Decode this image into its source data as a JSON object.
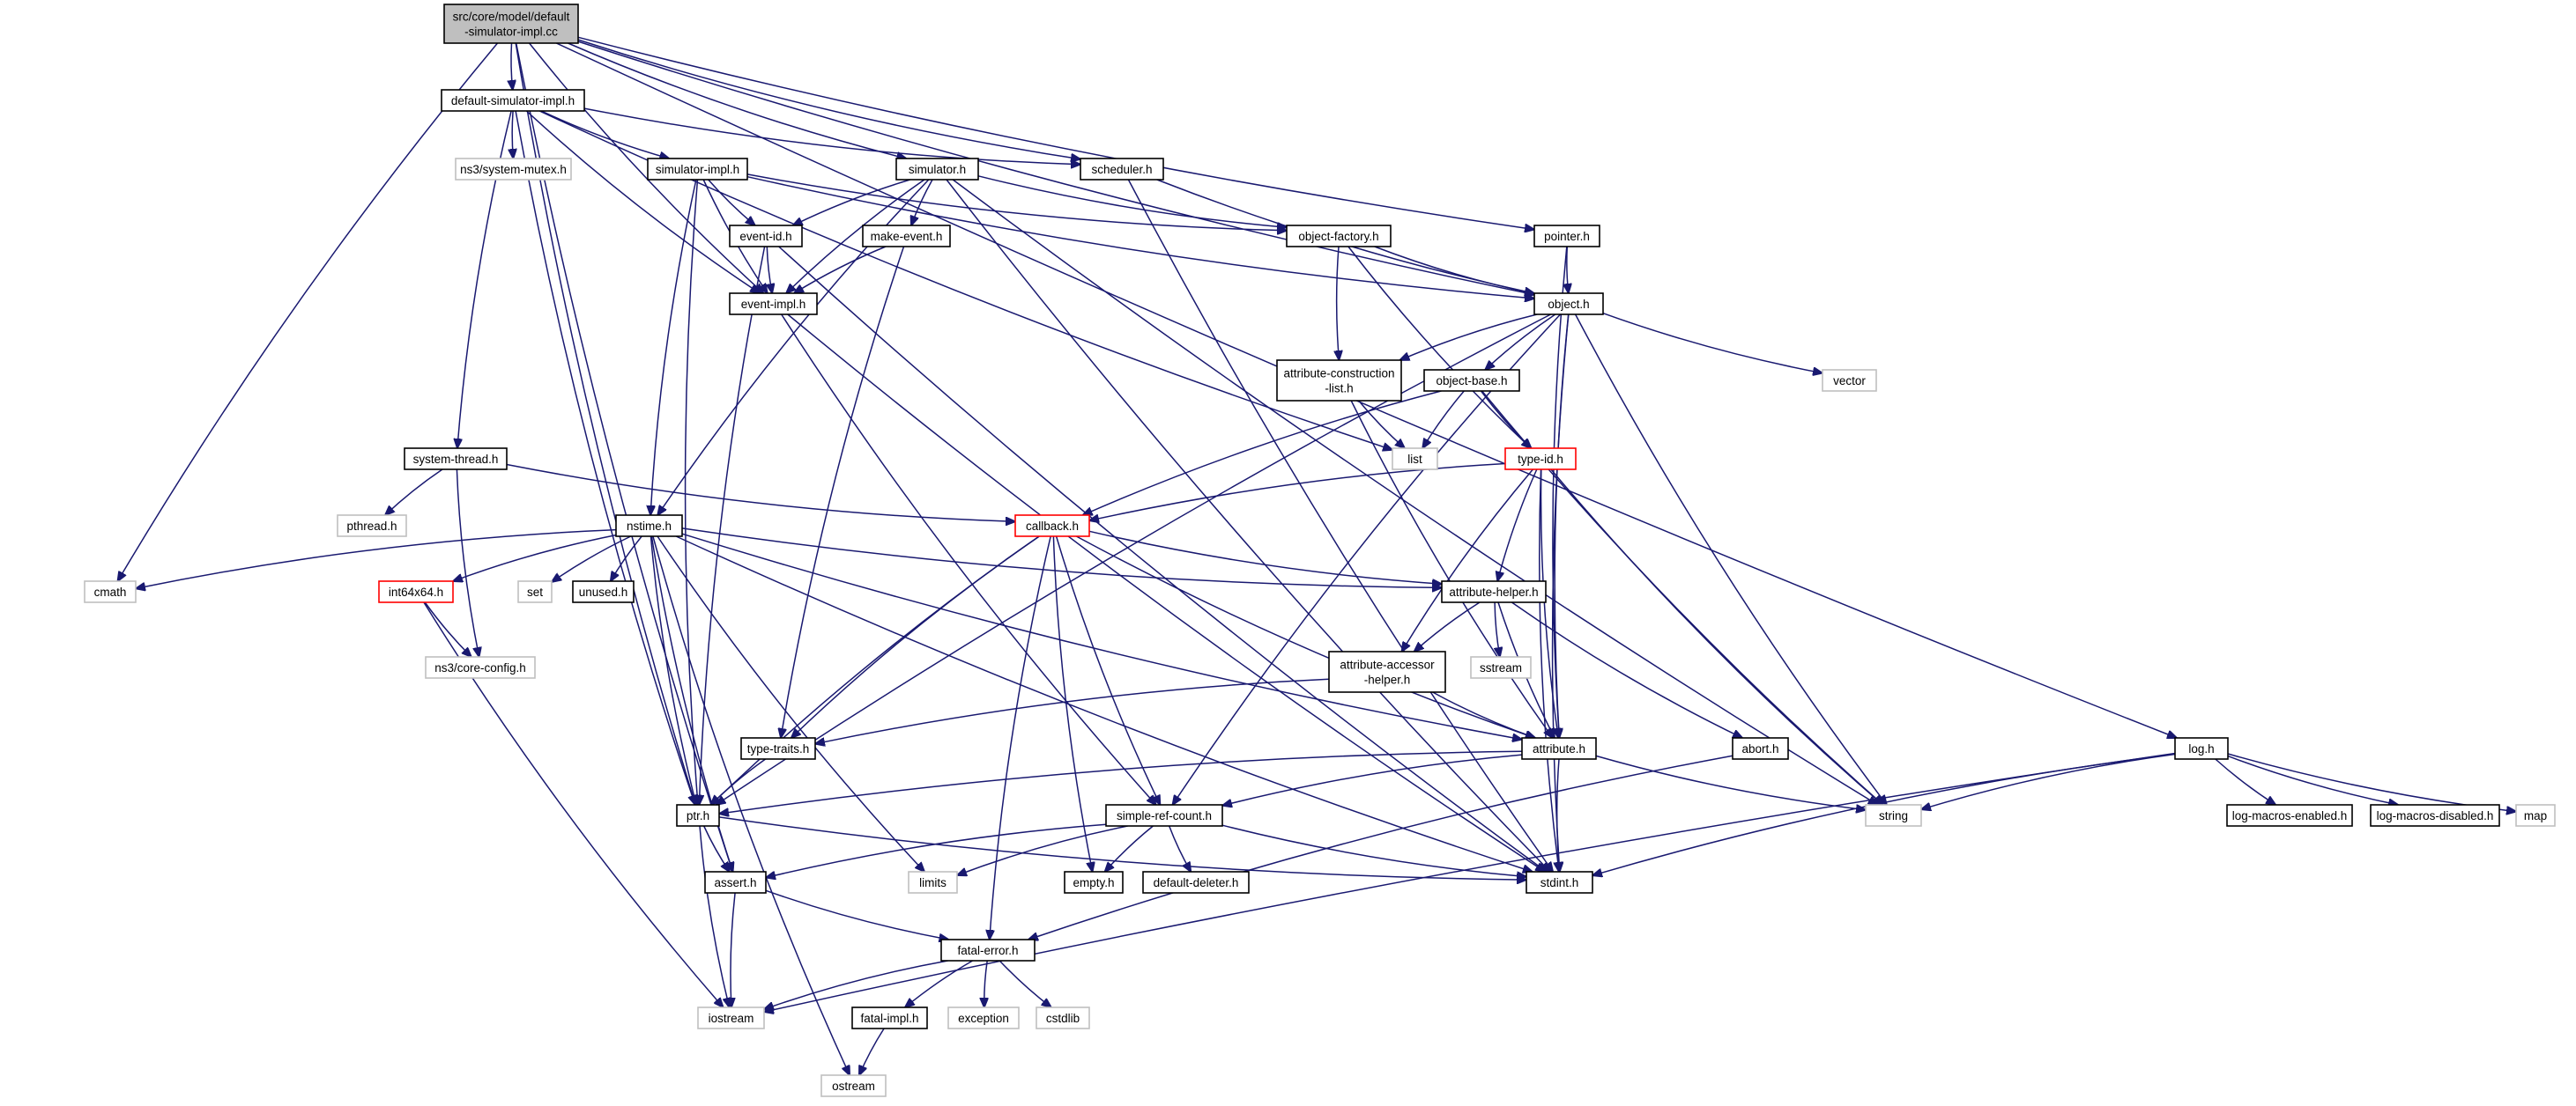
{
  "nodes": [
    {
      "id": "root",
      "lines": [
        "src/core/model/default",
        "-simulator-impl.cc"
      ],
      "style": "root"
    },
    {
      "id": "dsih",
      "lines": [
        "default-simulator-impl.h"
      ],
      "style": "box"
    },
    {
      "id": "mutex",
      "lines": [
        "ns3/system-mutex.h"
      ],
      "style": "sys"
    },
    {
      "id": "simimpl",
      "lines": [
        "simulator-impl.h"
      ],
      "style": "box"
    },
    {
      "id": "simulator",
      "lines": [
        "simulator.h"
      ],
      "style": "box"
    },
    {
      "id": "scheduler",
      "lines": [
        "scheduler.h"
      ],
      "style": "box"
    },
    {
      "id": "pointer",
      "lines": [
        "pointer.h"
      ],
      "style": "box"
    },
    {
      "id": "logh",
      "lines": [
        "log.h"
      ],
      "style": "box"
    },
    {
      "id": "eventid",
      "lines": [
        "event-id.h"
      ],
      "style": "box"
    },
    {
      "id": "makeevent",
      "lines": [
        "make-event.h"
      ],
      "style": "box"
    },
    {
      "id": "objfactory",
      "lines": [
        "object-factory.h"
      ],
      "style": "box"
    },
    {
      "id": "eventimpl",
      "lines": [
        "event-impl.h"
      ],
      "style": "box"
    },
    {
      "id": "object",
      "lines": [
        "object.h"
      ],
      "style": "box"
    },
    {
      "id": "attrcons",
      "lines": [
        "attribute-construction",
        "-list.h"
      ],
      "style": "box"
    },
    {
      "id": "objbase",
      "lines": [
        "object-base.h"
      ],
      "style": "box"
    },
    {
      "id": "vector",
      "lines": [
        "vector"
      ],
      "style": "sys"
    },
    {
      "id": "list",
      "lines": [
        "list"
      ],
      "style": "sys"
    },
    {
      "id": "systhread",
      "lines": [
        "system-thread.h"
      ],
      "style": "box"
    },
    {
      "id": "pthread",
      "lines": [
        "pthread.h"
      ],
      "style": "sys"
    },
    {
      "id": "typeid",
      "lines": [
        "type-id.h"
      ],
      "style": "red"
    },
    {
      "id": "callback",
      "lines": [
        "callback.h"
      ],
      "style": "red"
    },
    {
      "id": "nstime",
      "lines": [
        "nstime.h"
      ],
      "style": "box"
    },
    {
      "id": "cmath",
      "lines": [
        "cmath"
      ],
      "style": "sys"
    },
    {
      "id": "int64",
      "lines": [
        "int64x64.h"
      ],
      "style": "red"
    },
    {
      "id": "set",
      "lines": [
        "set"
      ],
      "style": "sys"
    },
    {
      "id": "unused",
      "lines": [
        "unused.h"
      ],
      "style": "box"
    },
    {
      "id": "attrhelper",
      "lines": [
        "attribute-helper.h"
      ],
      "style": "box"
    },
    {
      "id": "coreconfig",
      "lines": [
        "ns3/core-config.h"
      ],
      "style": "sys"
    },
    {
      "id": "sstream",
      "lines": [
        "sstream"
      ],
      "style": "sys"
    },
    {
      "id": "attracc",
      "lines": [
        "attribute-accessor",
        "-helper.h"
      ],
      "style": "box"
    },
    {
      "id": "typetraits",
      "lines": [
        "type-traits.h"
      ],
      "style": "box"
    },
    {
      "id": "attribute",
      "lines": [
        "attribute.h"
      ],
      "style": "box"
    },
    {
      "id": "abort",
      "lines": [
        "abort.h"
      ],
      "style": "box"
    },
    {
      "id": "ptr",
      "lines": [
        "ptr.h"
      ],
      "style": "box"
    },
    {
      "id": "simpleref",
      "lines": [
        "simple-ref-count.h"
      ],
      "style": "box"
    },
    {
      "id": "string",
      "lines": [
        "string"
      ],
      "style": "sys"
    },
    {
      "id": "logen",
      "lines": [
        "log-macros-enabled.h"
      ],
      "style": "box"
    },
    {
      "id": "logdis",
      "lines": [
        "log-macros-disabled.h"
      ],
      "style": "box"
    },
    {
      "id": "map",
      "lines": [
        "map"
      ],
      "style": "sys"
    },
    {
      "id": "limits",
      "lines": [
        "limits"
      ],
      "style": "sys"
    },
    {
      "id": "assert",
      "lines": [
        "assert.h"
      ],
      "style": "box"
    },
    {
      "id": "empty",
      "lines": [
        "empty.h"
      ],
      "style": "box"
    },
    {
      "id": "deleter",
      "lines": [
        "default-deleter.h"
      ],
      "style": "box"
    },
    {
      "id": "stdint",
      "lines": [
        "stdint.h"
      ],
      "style": "box"
    },
    {
      "id": "fatalerror",
      "lines": [
        "fatal-error.h"
      ],
      "style": "box"
    },
    {
      "id": "iostream",
      "lines": [
        "iostream"
      ],
      "style": "sys"
    },
    {
      "id": "fatalimpl",
      "lines": [
        "fatal-impl.h"
      ],
      "style": "box"
    },
    {
      "id": "exception",
      "lines": [
        "exception"
      ],
      "style": "sys"
    },
    {
      "id": "cstdlib",
      "lines": [
        "cstdlib"
      ],
      "style": "sys"
    },
    {
      "id": "ostream",
      "lines": [
        "ostream"
      ],
      "style": "sys"
    }
  ],
  "edges": [
    [
      "root",
      "dsih"
    ],
    [
      "root",
      "scheduler"
    ],
    [
      "root",
      "simulator"
    ],
    [
      "root",
      "eventimpl"
    ],
    [
      "root",
      "object"
    ],
    [
      "root",
      "logh"
    ],
    [
      "root",
      "cmath"
    ],
    [
      "root",
      "ptr"
    ],
    [
      "root",
      "assert"
    ],
    [
      "root",
      "pointer"
    ],
    [
      "dsih",
      "mutex"
    ],
    [
      "dsih",
      "simimpl"
    ],
    [
      "dsih",
      "scheduler"
    ],
    [
      "dsih",
      "eventimpl"
    ],
    [
      "dsih",
      "systhread"
    ],
    [
      "dsih",
      "list"
    ],
    [
      "dsih",
      "ptr"
    ],
    [
      "simimpl",
      "eventid"
    ],
    [
      "simimpl",
      "eventimpl"
    ],
    [
      "simimpl",
      "nstime"
    ],
    [
      "simimpl",
      "object"
    ],
    [
      "simimpl",
      "objfactory"
    ],
    [
      "simimpl",
      "ptr"
    ],
    [
      "simulator",
      "eventid"
    ],
    [
      "simulator",
      "makeevent"
    ],
    [
      "simulator",
      "eventimpl"
    ],
    [
      "simulator",
      "nstime"
    ],
    [
      "simulator",
      "objfactory"
    ],
    [
      "simulator",
      "string"
    ],
    [
      "simulator",
      "stdint"
    ],
    [
      "scheduler",
      "object"
    ],
    [
      "scheduler",
      "stdint"
    ],
    [
      "pointer",
      "object"
    ],
    [
      "pointer",
      "attribute"
    ],
    [
      "eventid",
      "eventimpl"
    ],
    [
      "eventid",
      "ptr"
    ],
    [
      "eventid",
      "stdint"
    ],
    [
      "makeevent",
      "eventimpl"
    ],
    [
      "makeevent",
      "typetraits"
    ],
    [
      "eventimpl",
      "simpleref"
    ],
    [
      "eventimpl",
      "stdint"
    ],
    [
      "objfactory",
      "object"
    ],
    [
      "objfactory",
      "attrcons"
    ],
    [
      "objfactory",
      "typeid"
    ],
    [
      "object",
      "attrcons"
    ],
    [
      "object",
      "objbase"
    ],
    [
      "object",
      "vector"
    ],
    [
      "object",
      "attribute"
    ],
    [
      "object",
      "simpleref"
    ],
    [
      "object",
      "ptr"
    ],
    [
      "object",
      "string"
    ],
    [
      "object",
      "stdint"
    ],
    [
      "attrcons",
      "list"
    ],
    [
      "attrcons",
      "attribute"
    ],
    [
      "objbase",
      "list"
    ],
    [
      "objbase",
      "typeid"
    ],
    [
      "objbase",
      "callback"
    ],
    [
      "objbase",
      "string"
    ],
    [
      "systhread",
      "pthread"
    ],
    [
      "systhread",
      "coreconfig"
    ],
    [
      "systhread",
      "callback"
    ],
    [
      "typeid",
      "callback"
    ],
    [
      "typeid",
      "attrhelper"
    ],
    [
      "typeid",
      "attracc"
    ],
    [
      "typeid",
      "attribute"
    ],
    [
      "typeid",
      "string"
    ],
    [
      "typeid",
      "stdint"
    ],
    [
      "callback",
      "attrhelper"
    ],
    [
      "callback",
      "typetraits"
    ],
    [
      "callback",
      "ptr"
    ],
    [
      "callback",
      "simpleref"
    ],
    [
      "callback",
      "empty"
    ],
    [
      "callback",
      "fatalerror"
    ],
    [
      "callback",
      "attribute"
    ],
    [
      "nstime",
      "cmath"
    ],
    [
      "nstime",
      "int64"
    ],
    [
      "nstime",
      "set"
    ],
    [
      "nstime",
      "unused"
    ],
    [
      "nstime",
      "attrhelper"
    ],
    [
      "nstime",
      "attribute"
    ],
    [
      "nstime",
      "ptr"
    ],
    [
      "nstime",
      "limits"
    ],
    [
      "nstime",
      "stdint"
    ],
    [
      "nstime",
      "ostream"
    ],
    [
      "nstime",
      "assert"
    ],
    [
      "int64",
      "coreconfig"
    ],
    [
      "int64",
      "iostream"
    ],
    [
      "attrhelper",
      "sstream"
    ],
    [
      "attrhelper",
      "attracc"
    ],
    [
      "attrhelper",
      "attribute"
    ],
    [
      "attrhelper",
      "abort"
    ],
    [
      "attracc",
      "attribute"
    ],
    [
      "attracc",
      "typetraits"
    ],
    [
      "typetraits",
      "ptr"
    ],
    [
      "attribute",
      "ptr"
    ],
    [
      "attribute",
      "simpleref"
    ],
    [
      "attribute",
      "string"
    ],
    [
      "attribute",
      "stdint"
    ],
    [
      "abort",
      "fatalerror"
    ],
    [
      "ptr",
      "assert"
    ],
    [
      "ptr",
      "iostream"
    ],
    [
      "ptr",
      "stdint"
    ],
    [
      "simpleref",
      "empty"
    ],
    [
      "simpleref",
      "deleter"
    ],
    [
      "simpleref",
      "assert"
    ],
    [
      "simpleref",
      "limits"
    ],
    [
      "simpleref",
      "stdint"
    ],
    [
      "logh",
      "logen"
    ],
    [
      "logh",
      "logdis"
    ],
    [
      "logh",
      "map"
    ],
    [
      "logh",
      "string"
    ],
    [
      "logh",
      "stdint"
    ],
    [
      "logh",
      "iostream"
    ],
    [
      "assert",
      "fatalerror"
    ],
    [
      "assert",
      "iostream"
    ],
    [
      "fatalerror",
      "iostream"
    ],
    [
      "fatalerror",
      "fatalimpl"
    ],
    [
      "fatalerror",
      "exception"
    ],
    [
      "fatalerror",
      "cstdlib"
    ],
    [
      "fatalimpl",
      "ostream"
    ]
  ]
}
